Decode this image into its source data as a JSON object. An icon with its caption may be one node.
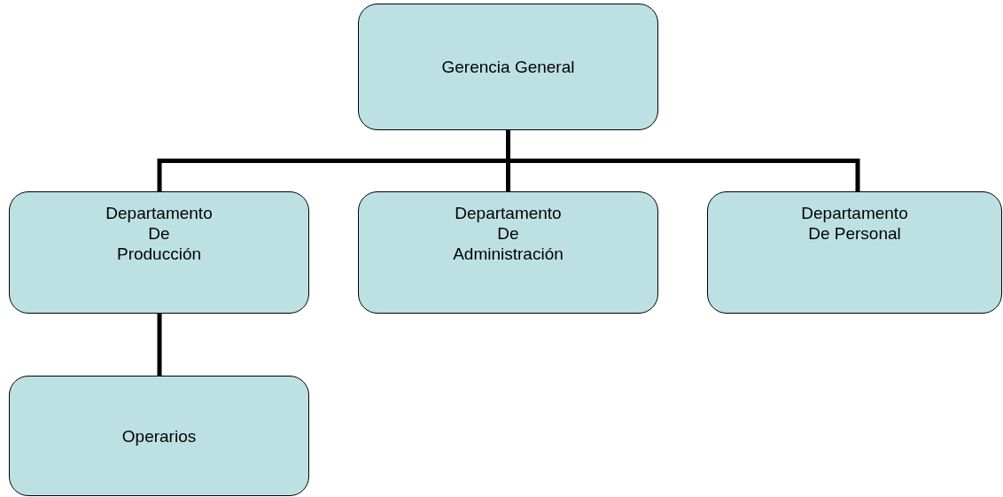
{
  "diagram": {
    "nodes": [
      {
        "text": [
          "Gerencia General"
        ]
      },
      {
        "text": [
          "Departamento De Producción"
        ]
      },
      {
        "text": [
          "Departamento De Administración"
        ]
      },
      {
        "text": [
          "Departamento De Personal"
        ]
      },
      {
        "text": [
          "Operarios"
        ]
      }
    ],
    "edges": [
      {
        "from": 0,
        "to": 1,
        "arrow": "none"
      },
      {
        "from": 0,
        "to": 2,
        "arrow": "none"
      },
      {
        "from": 0,
        "to": 3,
        "arrow": "none"
      },
      {
        "from": 1,
        "to": 4,
        "arrow": "none"
      }
    ]
  }
}
